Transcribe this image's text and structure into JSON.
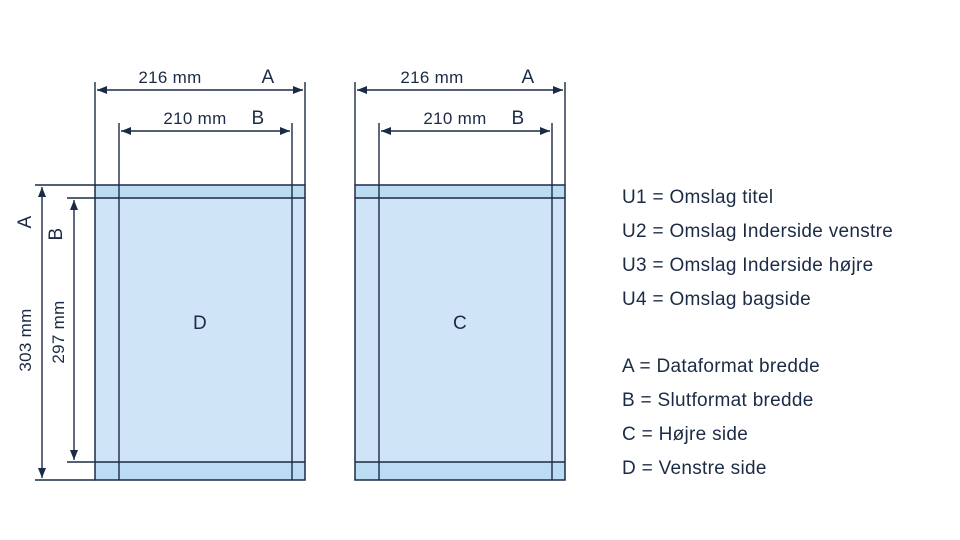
{
  "colors": {
    "line": "#1c2b45",
    "text": "#1c2b45",
    "sheet_fill": "#cfe4f7",
    "bleed_fill": "#bcdcf3",
    "background": "#ffffff"
  },
  "sheets": [
    {
      "label": "D",
      "width_outer": "216 mm",
      "width_outer_ref": "A",
      "width_inner": "210 mm",
      "width_inner_ref": "B"
    },
    {
      "label": "C",
      "width_outer": "216 mm",
      "width_outer_ref": "A",
      "width_inner": "210 mm",
      "width_inner_ref": "B"
    }
  ],
  "heights": {
    "outer": "303 mm",
    "outer_ref": "A",
    "inner": "297 mm",
    "inner_ref": "B"
  },
  "legend": {
    "cover_parts": [
      "U1 = Omslag titel",
      "U2 = Omslag Inderside venstre",
      "U3 = Omslag Inderside højre",
      "U4 = Omslag bagside"
    ],
    "dimension_defs": [
      "A = Dataformat bredde",
      "B = Slutformat bredde",
      "C = Højre side",
      "D = Venstre side"
    ]
  }
}
